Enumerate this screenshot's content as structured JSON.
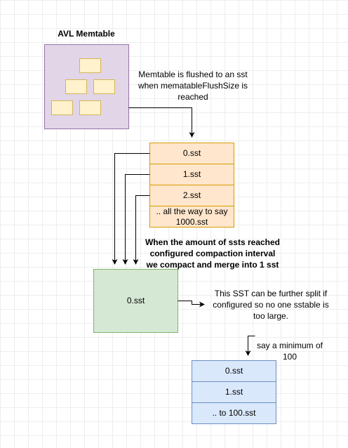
{
  "title": "AVL Memtable",
  "flush_note": "Memtable is flushed to an sst\nwhen mematableFlushSize  is\nreached",
  "level0_files": [
    "0.sst",
    "1.sst",
    "2.sst",
    ".. all the way to say\n1000.sst"
  ],
  "compaction_note": "When the amount of ssts reached\nconfigured compaction interval\nwe compact and merge into 1 sst",
  "merged_file": "0.sst",
  "split_note": "This SST can be further split if\nconfigured so no one sstable is\ntoo large.",
  "minimum_note": "say a minimum of\n100",
  "split_files": [
    "0.sst",
    "1.sst",
    ".. to 100.sst"
  ],
  "colors": {
    "memtable_fill": "#e1d5e7",
    "memtable_stroke": "#9673a6",
    "node_fill": "#fff2cc",
    "node_stroke": "#d6b656",
    "sst_fill": "#ffe6cc",
    "sst_stroke": "#d79b00",
    "merged_fill": "#d5e8d4",
    "merged_stroke": "#82b366",
    "split_fill": "#dae8fc",
    "split_stroke": "#6c8ebf"
  }
}
